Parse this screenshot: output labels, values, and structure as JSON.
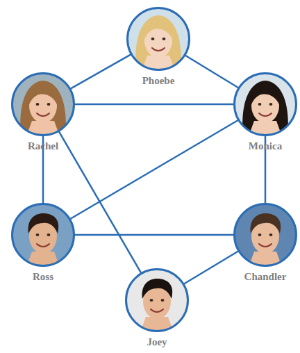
{
  "diagram": {
    "nodes": [
      {
        "text": [
          "Phoebe"
        ]
      },
      {
        "text": [
          "Rachel"
        ]
      },
      {
        "text": [
          "Monica"
        ]
      },
      {
        "text": [
          "Ross"
        ]
      },
      {
        "text": [
          "Chandler"
        ]
      },
      {
        "text": [
          "Joey"
        ]
      }
    ],
    "edges": [
      {
        "from": 0,
        "to": 1,
        "arrow": "none"
      },
      {
        "from": 0,
        "to": 2,
        "arrow": "none"
      },
      {
        "from": 1,
        "to": 2,
        "arrow": "none"
      },
      {
        "from": 1,
        "to": 3,
        "arrow": "none"
      },
      {
        "from": 1,
        "to": 5,
        "arrow": "none"
      },
      {
        "from": 2,
        "to": 3,
        "arrow": "none"
      },
      {
        "from": 2,
        "to": 4,
        "arrow": "none"
      },
      {
        "from": 3,
        "to": 4,
        "arrow": "none"
      },
      {
        "from": 5,
        "to": 4,
        "arrow": "none"
      }
    ]
  }
}
